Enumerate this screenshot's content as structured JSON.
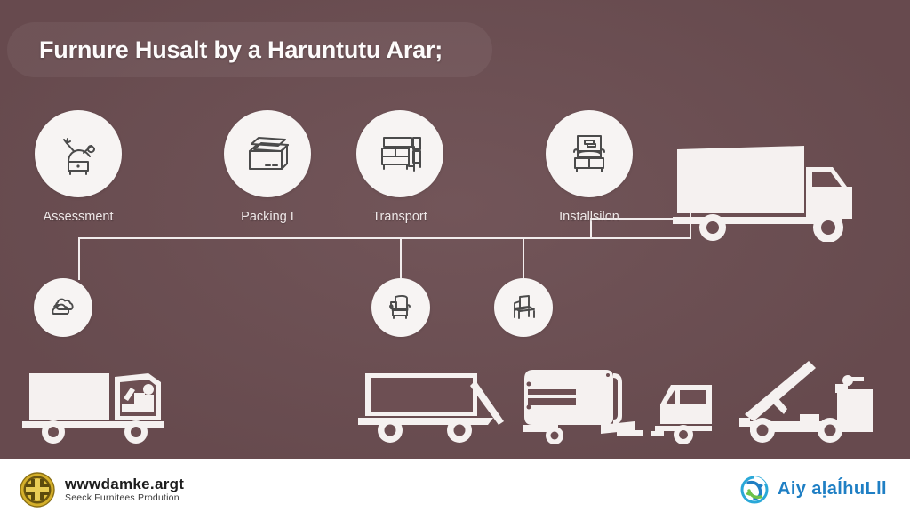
{
  "colors": {
    "background": "#6d4f53",
    "title_pill": "rgba(255,255,255,0.055)",
    "line": "#f2eded",
    "circle_fill": "#f7f4f3",
    "icon_stroke": "#4b4b4b",
    "vehicle_fill": "#f5f1f0",
    "footer_bg": "#ffffff",
    "footer_text": "#1d1d1d",
    "footer_accent": "#1f7fc4",
    "logo_gold": "#d4af2a"
  },
  "header": {
    "title": "Furnure Husalt by a Haruntutu Arar;"
  },
  "steps": [
    {
      "label": "Assessment",
      "icon": "furniture-assessment-icon"
    },
    {
      "label": "Packing I",
      "icon": "packing-boxes-icon"
    },
    {
      "label": "Transport",
      "icon": "sofa-cabinet-icon"
    },
    {
      "label": "Installsilon",
      "icon": "armchair-installation-icon"
    }
  ],
  "sub_nodes": [
    {
      "icon": "cloud-icon"
    },
    {
      "icon": "armchair-icon"
    },
    {
      "icon": "chair-icon"
    }
  ],
  "vehicles": [
    {
      "name": "delivery-box-truck"
    },
    {
      "name": "loading-truck-with-cargo"
    },
    {
      "name": "flatbed-trailer-with-ramp"
    },
    {
      "name": "caravan-trailer"
    },
    {
      "name": "truck-cab"
    },
    {
      "name": "crane-arm-truck"
    }
  ],
  "footer": {
    "url": "wwwdamke.argt",
    "tagline": "Seeck Furnitees Prodution",
    "logo_icon": "shield-emblem-logo",
    "right_logo_icon": "blue-swirl-icon",
    "right_text": "Aiy aḷaĺhuLll"
  }
}
